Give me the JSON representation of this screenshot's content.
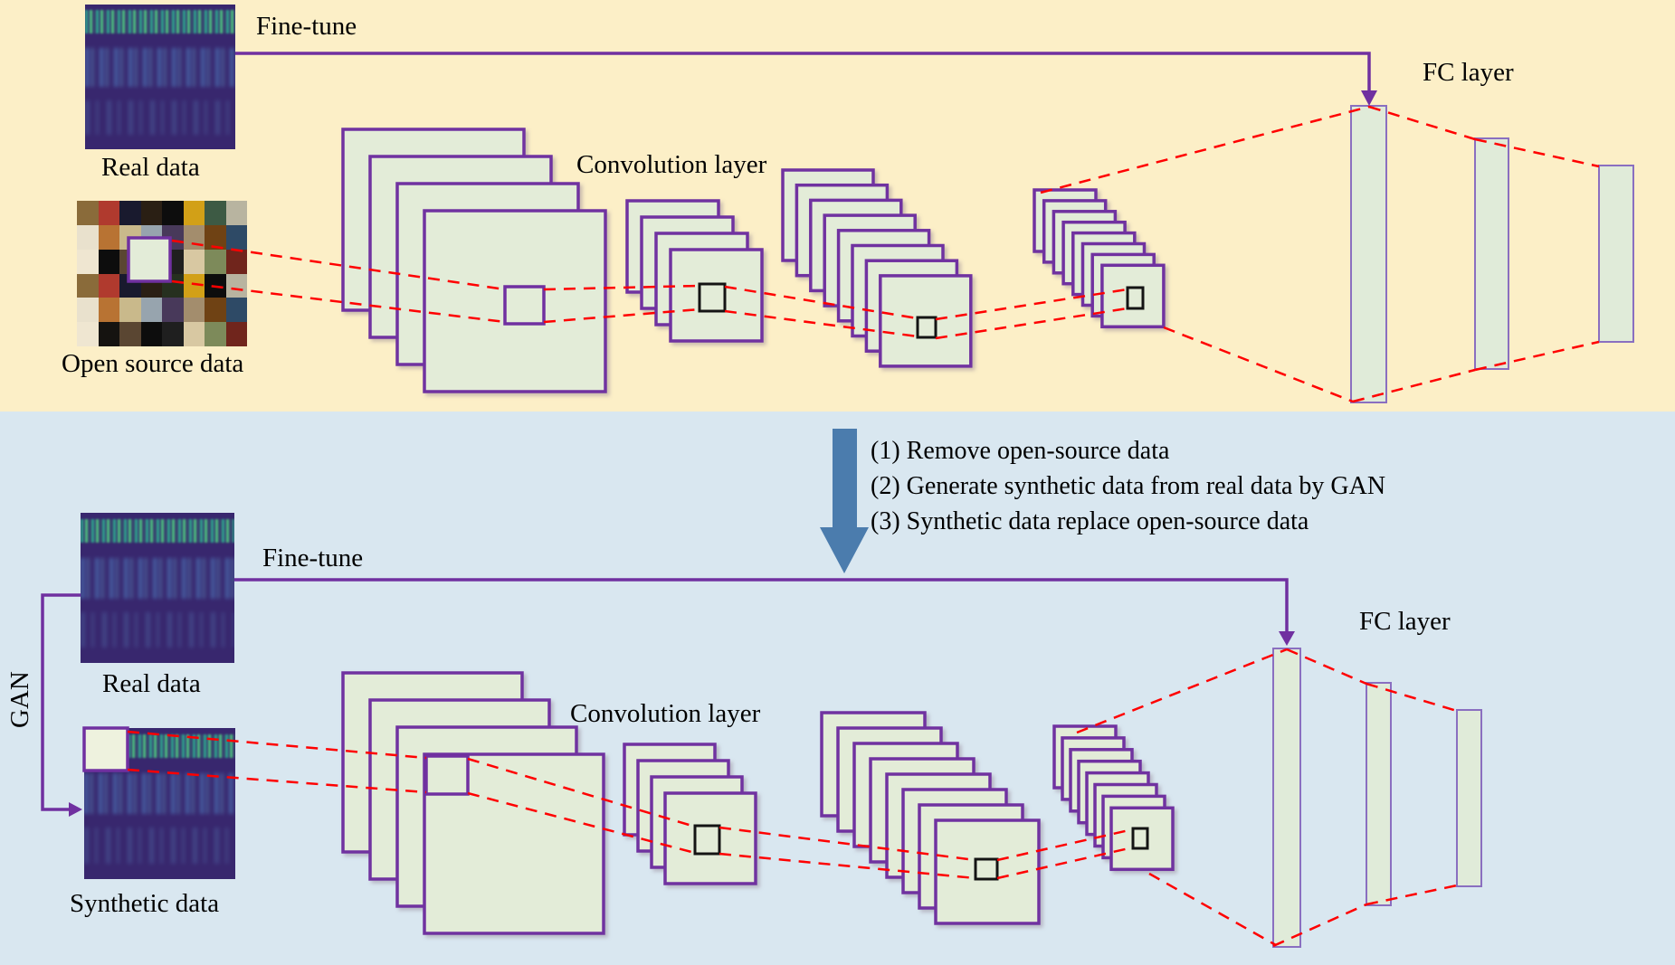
{
  "top_panel": {
    "finetune_label": "Fine-tune",
    "real_data_label": "Real data",
    "data_label": "Open source data",
    "conv_label": "Convolution layer",
    "fc_label": "FC layer"
  },
  "bottom_panel": {
    "finetune_label": "Fine-tune",
    "real_data_label": "Real data",
    "data_label": "Synthetic data",
    "conv_label": "Convolution layer",
    "fc_label": "FC layer",
    "gan_label": "GAN"
  },
  "transition": {
    "steps": [
      "(1) Remove open-source data",
      "(2) Generate synthetic data from real data by GAN",
      "(3) Synthetic data replace open-source data"
    ]
  },
  "colors": {
    "panel_top_bg": "#FCEFC7",
    "panel_bottom_bg": "#D9E7F0",
    "conv_fill": "#E3ECD8",
    "conv_border": "#7030A0",
    "fc_fill": "#E0EBD9",
    "fc_border": "#8A6FC0",
    "receptive_black": "#141414",
    "red_dash": "#FF0000",
    "purple_line": "#7030A0",
    "arrow_blue": "#4B7CAD",
    "rs_corner_fill": "#EEF2DE"
  },
  "collage_palette": [
    "#2a1f14",
    "#c9b98b",
    "#151310",
    "#8a6b3a",
    "#b8b4a0",
    "#6f4214",
    "#d8c8a2",
    "#26301f",
    "#97a4ae",
    "#5a4632",
    "#b03a2e",
    "#e9e1cd",
    "#2e4a66",
    "#7d8a5a",
    "#d2a017",
    "#48395a",
    "#8f9779",
    "#191a2e",
    "#b87333",
    "#efe6d1",
    "#70251c",
    "#3d5a44",
    "#a38d6d",
    "#1f1f1f"
  ]
}
